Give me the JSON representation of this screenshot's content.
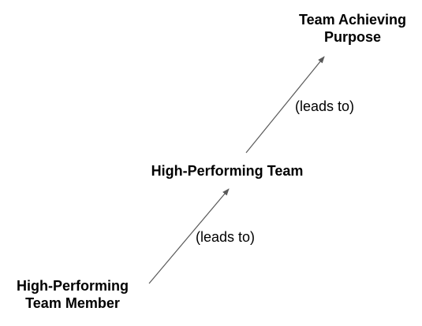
{
  "nodes": {
    "top": {
      "line1": "Team Achieving",
      "line2": "Purpose"
    },
    "middle": {
      "line1": "High-Performing Team"
    },
    "bottom": {
      "line1": "High-Performing",
      "line2": "Team Member"
    }
  },
  "edges": {
    "upper_label": "(leads to)",
    "lower_label": "(leads to)"
  },
  "colors": {
    "arrow": "#595959",
    "text": "#000000",
    "background": "#ffffff"
  }
}
